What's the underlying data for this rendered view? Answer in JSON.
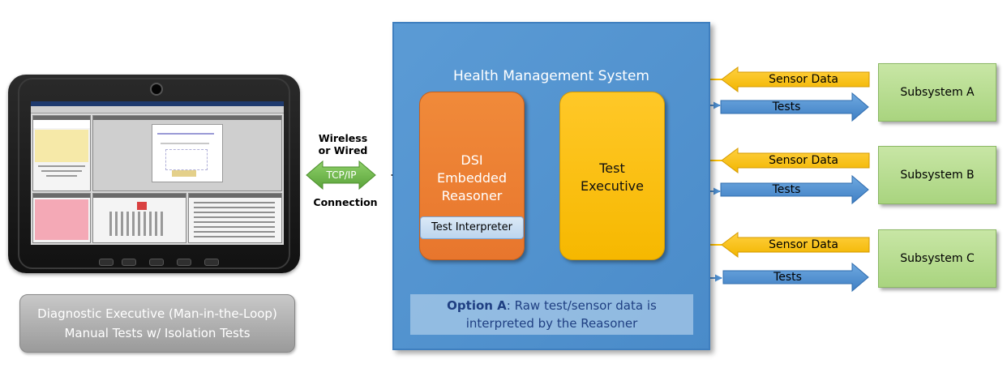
{
  "tablet": {
    "caption_line1": "Diagnostic Executive (Man-in-the-Loop)",
    "caption_line2": "Manual Tests w/ Isolation Tests"
  },
  "connection": {
    "line1": "Wireless",
    "line2": "or Wired",
    "protocol": "TCP/IP",
    "line3": "Connection"
  },
  "hms": {
    "title": "Health Management System",
    "dsi_line1": "DSI",
    "dsi_line2": "Embedded",
    "dsi_line3": "Reasoner",
    "test_interpreter": "Test Interpreter",
    "test_exec_line1": "Test",
    "test_exec_line2": "Executive",
    "option_bold": "Option A",
    "option_rest": ": Raw test/sensor data is",
    "option_line2": "interpreted by the Reasoner"
  },
  "subsystems": [
    {
      "name": "Subsystem A",
      "sensor_label": "Sensor Data",
      "tests_label": "Tests"
    },
    {
      "name": "Subsystem B",
      "sensor_label": "Sensor Data",
      "tests_label": "Tests"
    },
    {
      "name": "Subsystem C",
      "sensor_label": "Sensor Data",
      "tests_label": "Tests"
    }
  ],
  "colors": {
    "hms_blue": "#5b9bd5",
    "reasoner_orange": "#ed7d31",
    "executive_yellow": "#ffc000",
    "subsystem_green": "#a9d18e",
    "tests_arrow_blue": "#4f8fd0",
    "tcp_green": "#70ad47"
  }
}
